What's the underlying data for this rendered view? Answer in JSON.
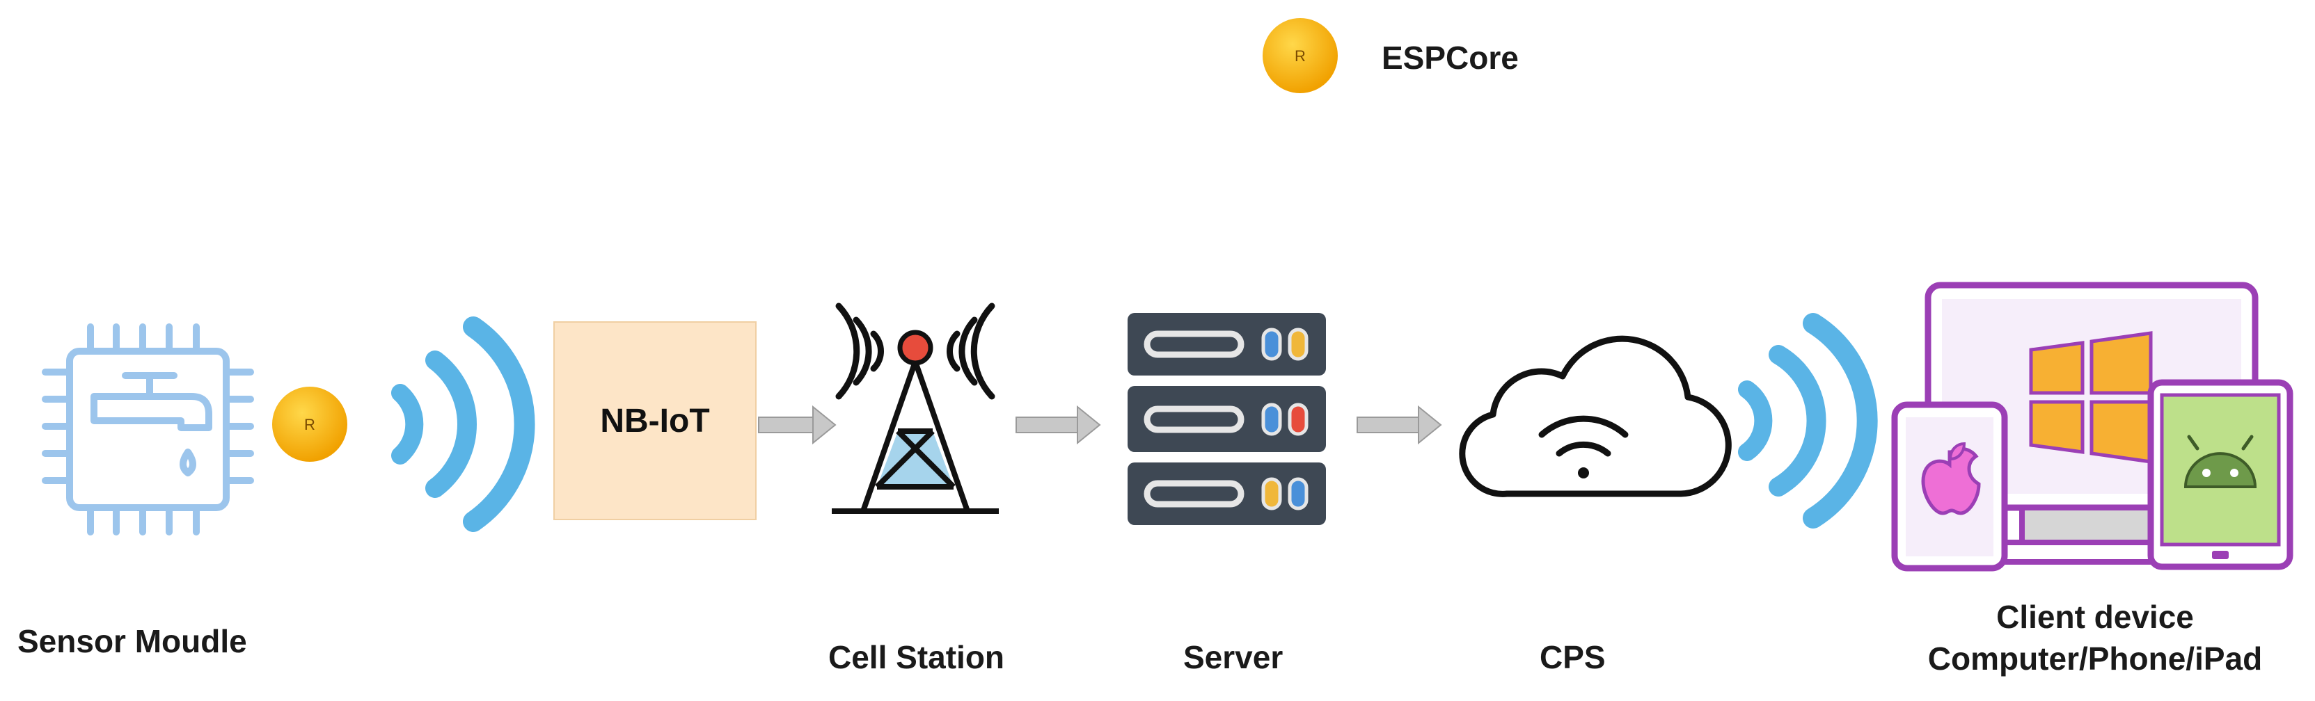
{
  "legend": {
    "badge_letter": "R",
    "label": "ESPCore"
  },
  "nodes": {
    "sensor": {
      "label": "Sensor Moudle",
      "badge_letter": "R"
    },
    "nbiot": {
      "label": "NB-IoT"
    },
    "cell": {
      "label": "Cell Station"
    },
    "server": {
      "label": "Server"
    },
    "cps": {
      "label": "CPS"
    },
    "client": {
      "label_line1": "Client device",
      "label_line2": "Computer/Phone/iPad"
    }
  },
  "colors": {
    "badge": "#f5b400",
    "wifi": "#5ab4e6",
    "chip": "#9cc5ec",
    "nb_box": "#fde5c7",
    "arrow": "#b0b0b0",
    "server": "#3e4854",
    "device_frame": "#9b3fb5"
  }
}
